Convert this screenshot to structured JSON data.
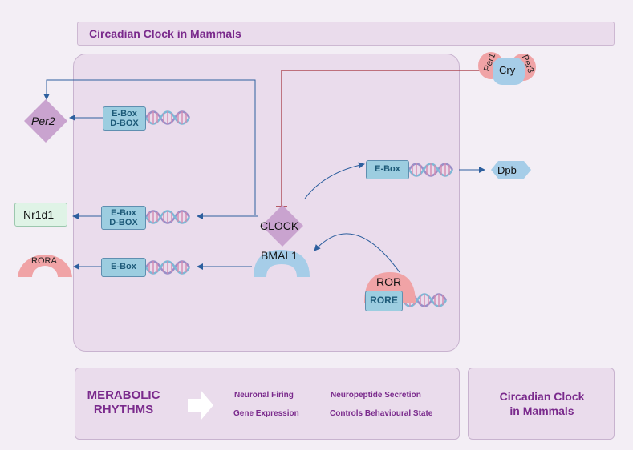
{
  "header": {
    "title": "Circadian Clock in Mammals"
  },
  "genes": {
    "per2": "Per2",
    "nr1d1": "Nr1d1",
    "rora": "RORA",
    "dpb": "Dpb",
    "clock": "CLOCK",
    "bmal1": "BMAL1",
    "ror": "ROR",
    "cry": "Cry",
    "per1": "Per1",
    "per3": "Per3"
  },
  "elements": {
    "ebox": "E-Box",
    "dbox": "D-BOX",
    "rore": "RORE"
  },
  "footer": {
    "metabolic_line1": "MERABOLIC",
    "metabolic_line2": "RHYTHMS",
    "neuronal_firing": "Neuronal Firing",
    "gene_expression": "Gene Expression",
    "neuropeptide_secretion": "Neuropeptide Secretion",
    "controls_behavioural_state": "Controls Behavioural State",
    "circadian_line1": "Circadian Clock",
    "circadian_line2": "in Mammals"
  },
  "colors": {
    "title_purple": "#7a2a8c",
    "panel_lavender": "#eadcec",
    "box_blue": "#9ccde0",
    "arrow_blue": "#2d5f9e",
    "inhibit_red": "#a3303a",
    "protein_pink": "#f0a3a6",
    "protein_blue": "#a6cde8",
    "diamond_purple": "#c9a3cf",
    "nr1d1_green": "#dff3e6"
  }
}
